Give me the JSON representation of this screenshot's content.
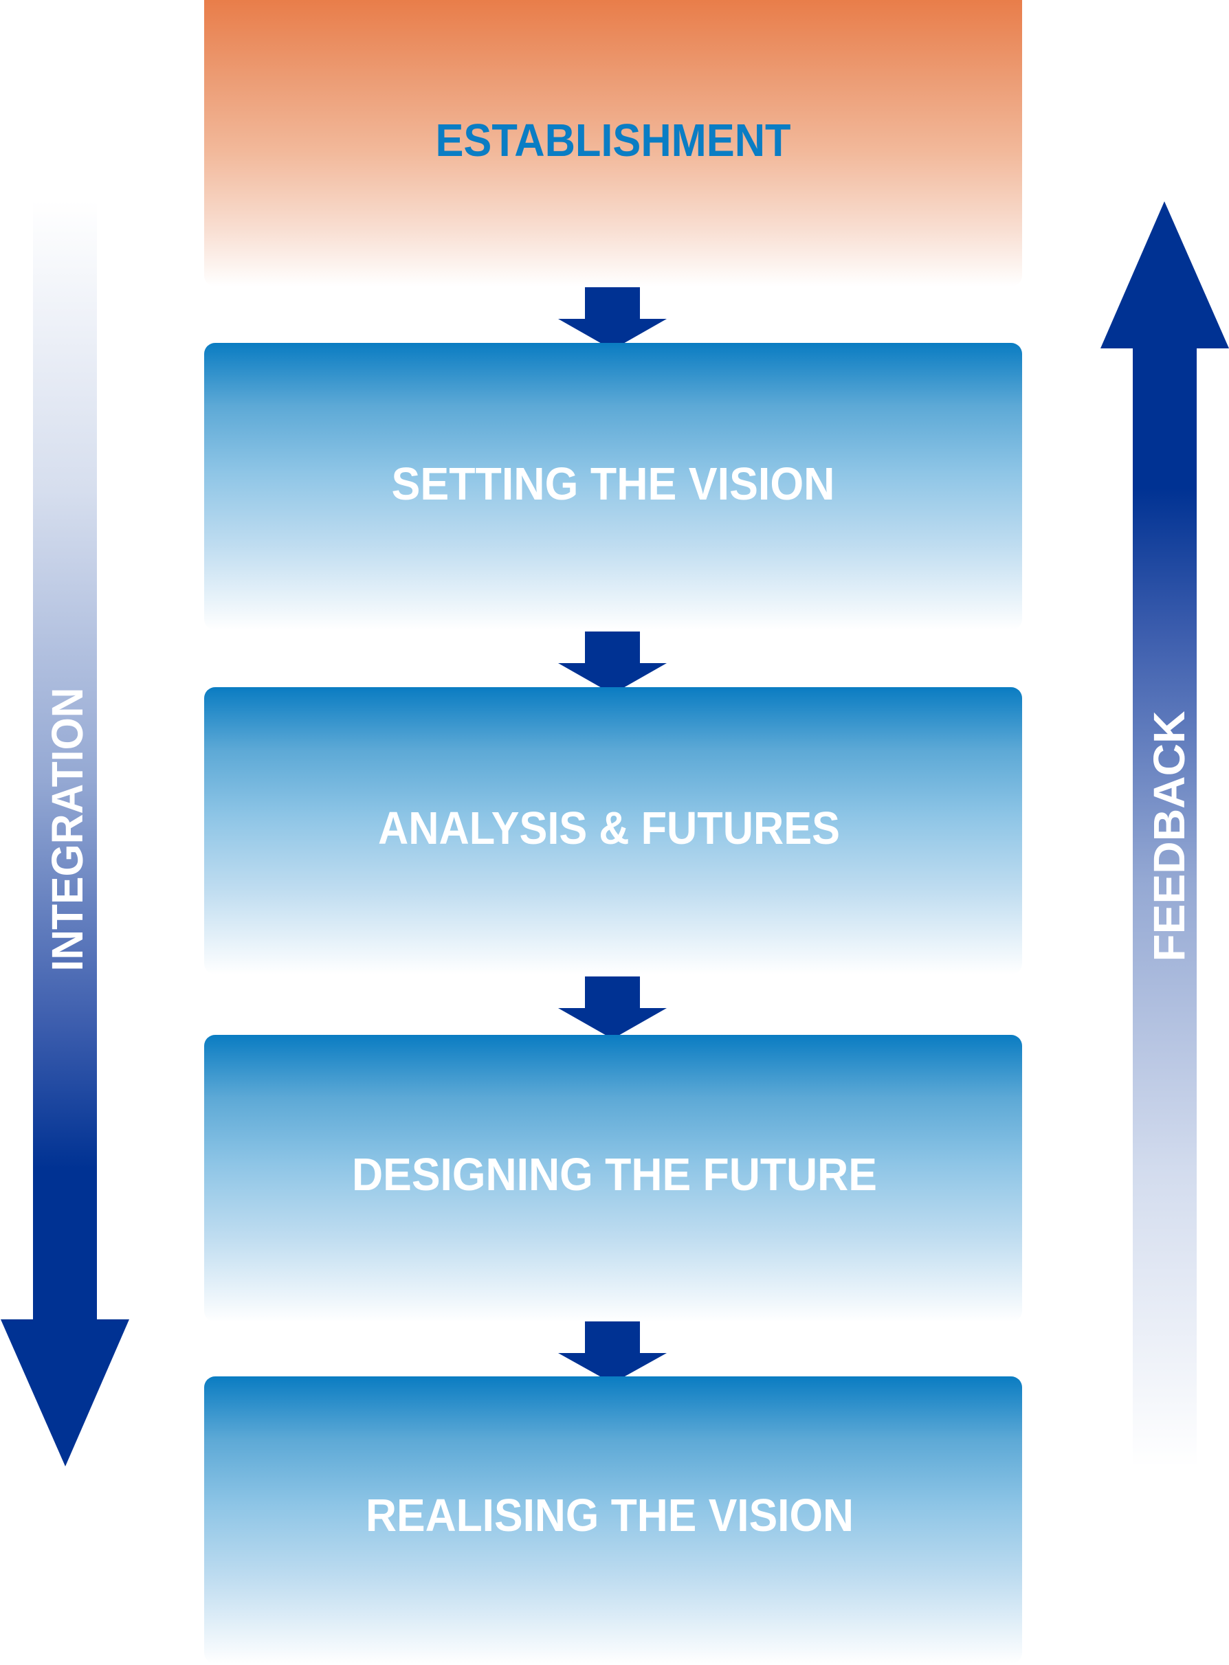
{
  "diagram": {
    "stages": [
      {
        "label": "ESTABLISHMENT",
        "theme": "orange"
      },
      {
        "label": "SETTING THE VISION",
        "theme": "blue"
      },
      {
        "label": "ANALYSIS & FUTURES",
        "theme": "blue"
      },
      {
        "label": "DESIGNING THE FUTURE",
        "theme": "blue"
      },
      {
        "label": "REALISING THE VISION",
        "theme": "blue"
      }
    ],
    "side_arrows": {
      "left": {
        "label": "INTEGRATION",
        "direction": "down"
      },
      "right": {
        "label": "FEEDBACK",
        "direction": "up"
      }
    },
    "colors": {
      "orange_top": "#E87944",
      "blue_top": "#0A7CC2",
      "arrow_blue": "#003293",
      "establishment_text": "#0A7DC4",
      "stage_text": "#FFFFFF"
    }
  }
}
